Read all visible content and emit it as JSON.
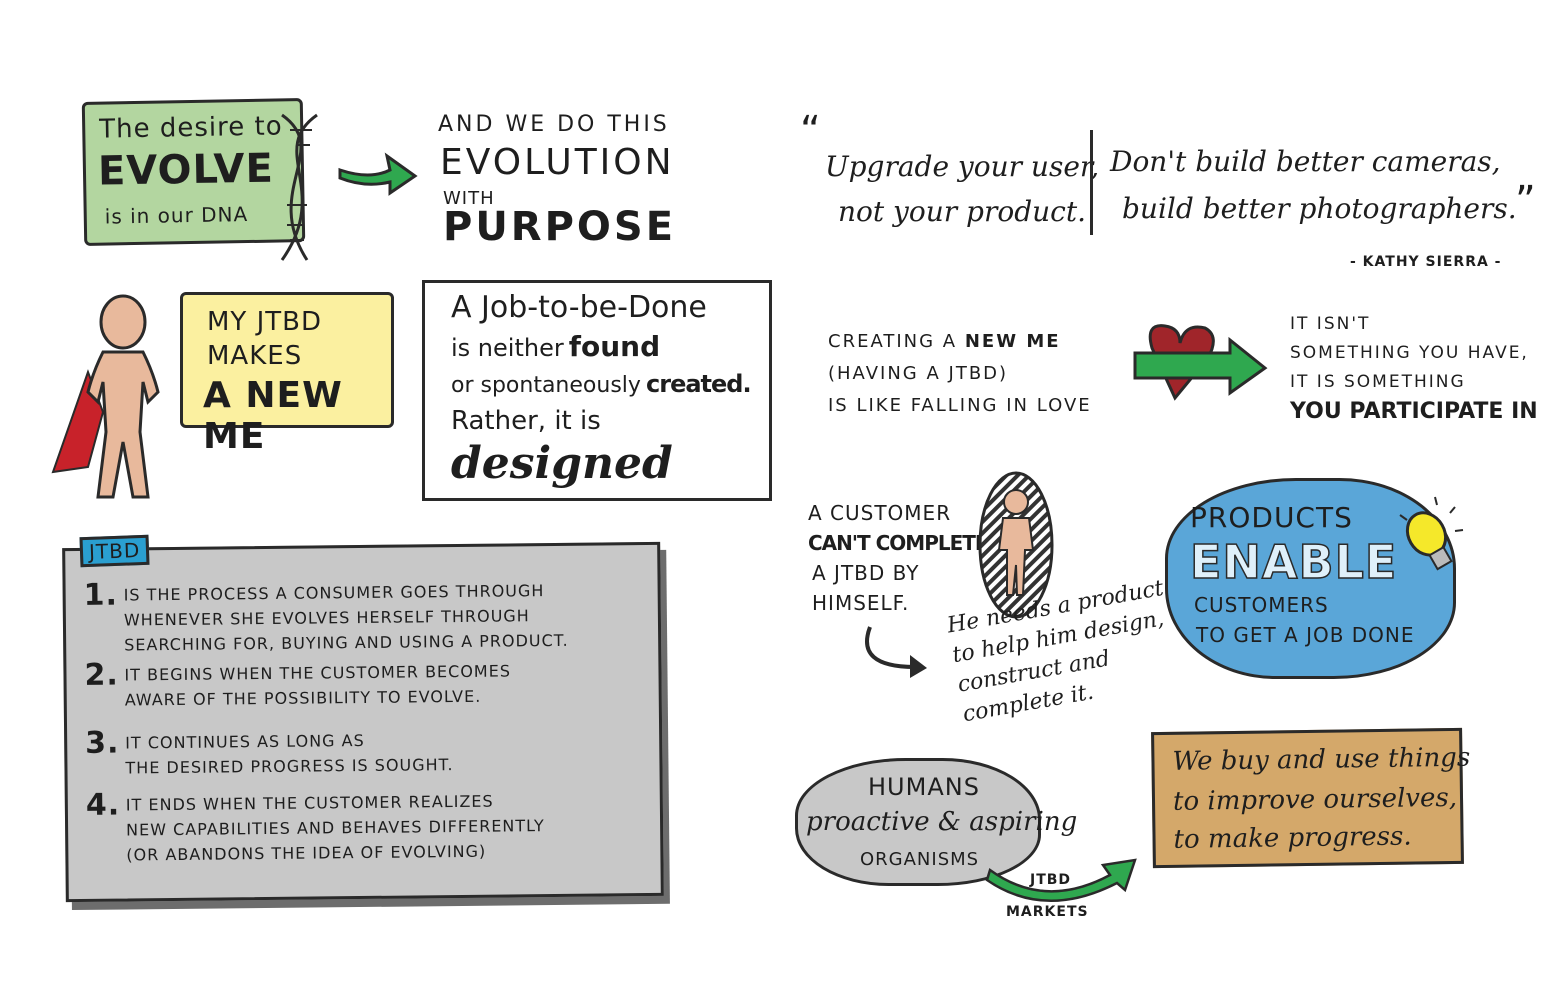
{
  "dna_box": {
    "line1": "The desire to",
    "line2": "EVOLVE",
    "line3": "is in our DNA"
  },
  "purpose": {
    "line1": "AND WE DO THIS",
    "line2": "EVOLUTION",
    "line3": "WITH",
    "line4": "PURPOSE"
  },
  "quote": {
    "part1_line1": "Upgrade your user,",
    "part1_line2": "not your product.",
    "part2_line1": "Don't build better cameras,",
    "part2_line2": "build better photographers.",
    "author": "- KATHY SIERRA -"
  },
  "bubble": {
    "line1": "MY JTBD",
    "line2": "MAKES",
    "line3": "A NEW ME"
  },
  "job_box": {
    "line1": "A Job-to-be-Done",
    "line2a": "is neither",
    "line2b": "found",
    "line3a": "or spontaneously",
    "line3b": "created.",
    "line4": "Rather, it is",
    "line5": "designed"
  },
  "jtbd_card": {
    "tag": "JTBD",
    "items": [
      {
        "num": "1.",
        "text": "IS THE PROCESS A CONSUMER GOES THROUGH\nWHENEVER SHE EVOLVES HERSELF THROUGH\nSEARCHING FOR, BUYING AND USING A PRODUCT."
      },
      {
        "num": "2.",
        "text": "IT BEGINS WHEN THE CUSTOMER BECOMES\nAWARE OF THE POSSIBILITY TO EVOLVE."
      },
      {
        "num": "3.",
        "text": "IT CONTINUES AS LONG AS\nTHE DESIRED PROGRESS IS SOUGHT."
      },
      {
        "num": "4.",
        "text": "IT ENDS WHEN THE CUSTOMER REALIZES\nNEW CAPABILITIES AND BEHAVES DIFFERENTLY\n(OR ABANDONS THE IDEA OF EVOLVING)"
      }
    ]
  },
  "love": {
    "line1a": "CREATING A",
    "line1b": "NEW ME",
    "line2": "(HAVING A JTBD)",
    "line3": "IS LIKE FALLING IN LOVE",
    "right1": "IT ISN'T",
    "right2": "SOMETHING YOU HAVE,",
    "right3": "IT IS SOMETHING",
    "right4": "YOU PARTICIPATE IN"
  },
  "customer": {
    "line1": "A CUSTOMER",
    "line2": "CAN'T COMPLETE",
    "line3": "A JTBD BY",
    "line4": "HIMSELF.",
    "note1": "He needs a product",
    "note2": "to help him design,",
    "note3": "construct and",
    "note4": "complete it."
  },
  "products_cloud": {
    "line1": "PRODUCTS",
    "line2": "ENABLE",
    "line3": "CUSTOMERS",
    "line4": "TO GET A JOB DONE"
  },
  "humans_cloud": {
    "line1": "HUMANS",
    "line2": "proactive & aspiring",
    "line3": "ORGANISMS"
  },
  "markets": {
    "line1": "JTBD",
    "line2": "MARKETS"
  },
  "progress_box": {
    "line1": "We buy and use things",
    "line2": "to improve ourselves,",
    "line3": "to make progress."
  },
  "colors": {
    "green": "#b3d6a0",
    "arrow_green": "#2fa84f",
    "yellow": "#fbf0a0",
    "grey": "#c8c8c8",
    "blue": "#5aa6d8",
    "tag_blue": "#2a9fd0",
    "tan": "#d4a86a",
    "heart": "#a0252a",
    "skin": "#e8b99c",
    "cape": "#c8222a"
  }
}
